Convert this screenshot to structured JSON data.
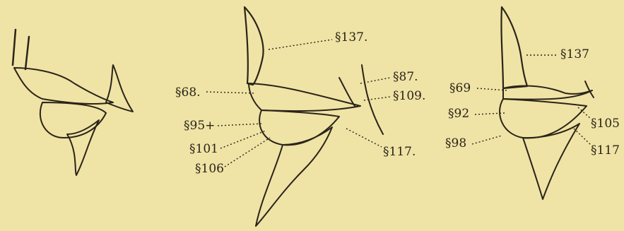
{
  "figure": {
    "background": "#efe3a6",
    "ink": "#2a2418",
    "figures": [
      {
        "name": "figure-1-unlabeled",
        "labels": []
      },
      {
        "name": "figure-2",
        "labels": [
          "§137.",
          "§68.",
          "§87.",
          "§109.",
          "§95+",
          "§101",
          "§106",
          "§117."
        ]
      },
      {
        "name": "figure-3",
        "labels": [
          "§137",
          "§69",
          "§92",
          "§98",
          "§105",
          "§117"
        ]
      }
    ]
  }
}
